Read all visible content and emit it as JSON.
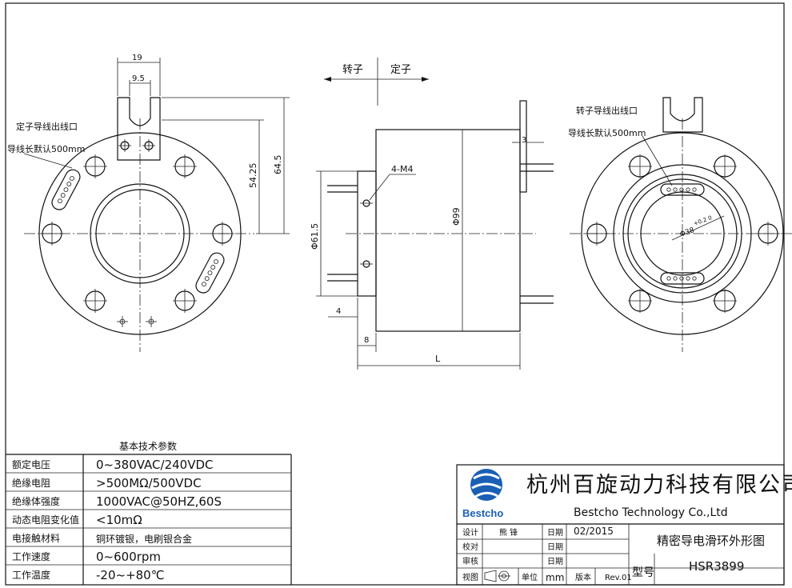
{
  "rotor_stator": {
    "rotor": "转子",
    "stator": "定子"
  },
  "left_view": {
    "lead_note_1": "定子导线出线口",
    "lead_note_2": "导线长默认500mm",
    "dim_19": "19",
    "dim_9_5": "9.5",
    "dim_54_25": "54.25",
    "dim_64_5": "64.5"
  },
  "side_view": {
    "dim_4_m4": "4-M4",
    "dim_3": "3",
    "dim_d99": "Φ99",
    "dim_d61_5": "Φ61.5",
    "dim_4": "4",
    "dim_8": "8",
    "dim_L": "L"
  },
  "right_view": {
    "lead_note_1": "转子导线出线口",
    "lead_note_2": "导线长默认500mm",
    "dim_bore": "Φ38",
    "dim_tol": "+0.2 0"
  },
  "spec_table": {
    "title": "基本技术参数",
    "rows": [
      {
        "label": "额定电压",
        "value": "0~380VAC/240VDC"
      },
      {
        "label": "绝缘电阻",
        "value": ">500MΩ/500VDC"
      },
      {
        "label": "绝缘体强度",
        "value": "1000VAC@50HZ,60S"
      },
      {
        "label": "动态电阻变化值",
        "value": "<10mΩ"
      },
      {
        "label": "电接触材料",
        "value": "铜环镀银，电刷银合金"
      },
      {
        "label": "工作速度",
        "value": "0~600rpm"
      },
      {
        "label": "工作温度",
        "value": "-20~+80℃"
      }
    ]
  },
  "title_block": {
    "company_cn": "杭州百旋动力科技有限公司",
    "company_en": "Bestcho Technology Co.,Ltd",
    "logo_text": "Bestcho",
    "design_label": "设计",
    "designer": "熊 锋",
    "date_label": "日期",
    "date_value": "02/2015",
    "check_label": "校对",
    "review_label": "审核",
    "view_label": "视图",
    "unit_label": "单位",
    "unit_value": "mm",
    "version_label": "版本",
    "version_value": "Rev.01",
    "drawing_title": "精密导电滑环外形图",
    "model_label": "型号",
    "model_value": "HSR3899",
    "brand_color": "#1a5fb4"
  }
}
